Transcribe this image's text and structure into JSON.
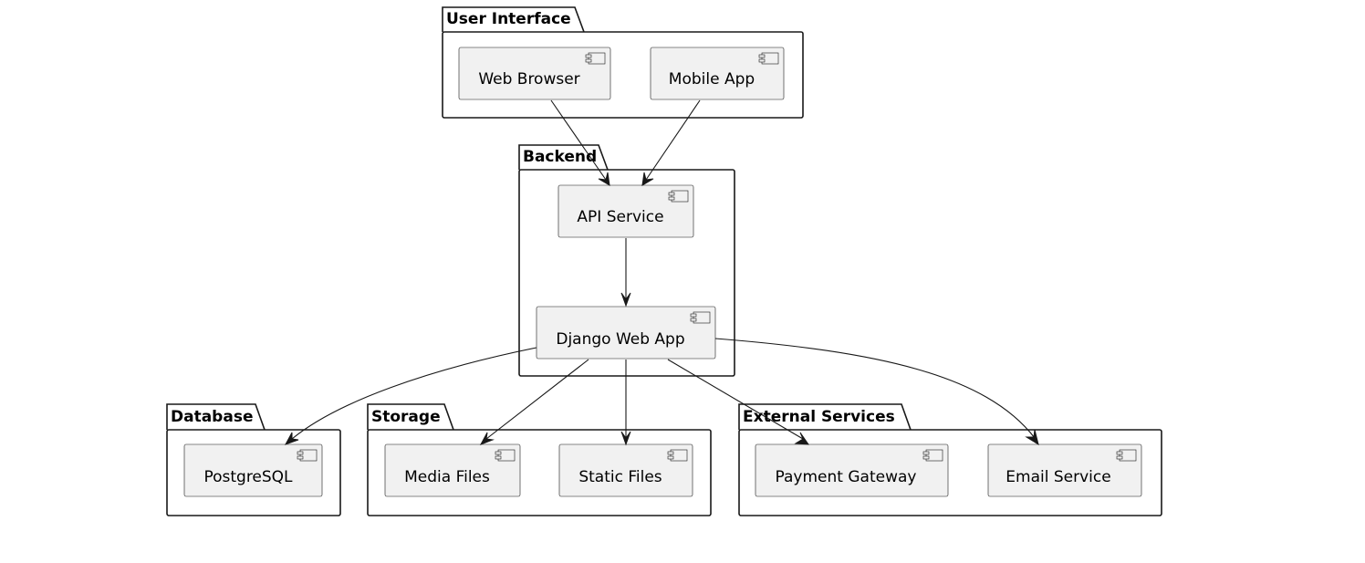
{
  "packages": {
    "user_interface": {
      "label": "User Interface"
    },
    "backend": {
      "label": "Backend"
    },
    "database": {
      "label": "Database"
    },
    "storage": {
      "label": "Storage"
    },
    "external_services": {
      "label": "External Services"
    }
  },
  "components": {
    "web_browser": {
      "label": "Web Browser"
    },
    "mobile_app": {
      "label": "Mobile App"
    },
    "api_service": {
      "label": "API Service"
    },
    "django_web_app": {
      "label": "Django Web App"
    },
    "postgresql": {
      "label": "PostgreSQL"
    },
    "media_files": {
      "label": "Media Files"
    },
    "static_files": {
      "label": "Static Files"
    },
    "payment_gateway": {
      "label": "Payment Gateway"
    },
    "email_service": {
      "label": "Email Service"
    }
  },
  "edges": [
    {
      "from": "Web Browser",
      "to": "API Service"
    },
    {
      "from": "Mobile App",
      "to": "API Service"
    },
    {
      "from": "API Service",
      "to": "Django Web App"
    },
    {
      "from": "Django Web App",
      "to": "PostgreSQL"
    },
    {
      "from": "Django Web App",
      "to": "Media Files"
    },
    {
      "from": "Django Web App",
      "to": "Static Files"
    },
    {
      "from": "Django Web App",
      "to": "Payment Gateway"
    },
    {
      "from": "Django Web App",
      "to": "Email Service"
    }
  ],
  "colors": {
    "component_fill": "#f1f1f1",
    "stroke": "#181818",
    "package_fill": "#ffffff",
    "background": "#ffffff"
  }
}
